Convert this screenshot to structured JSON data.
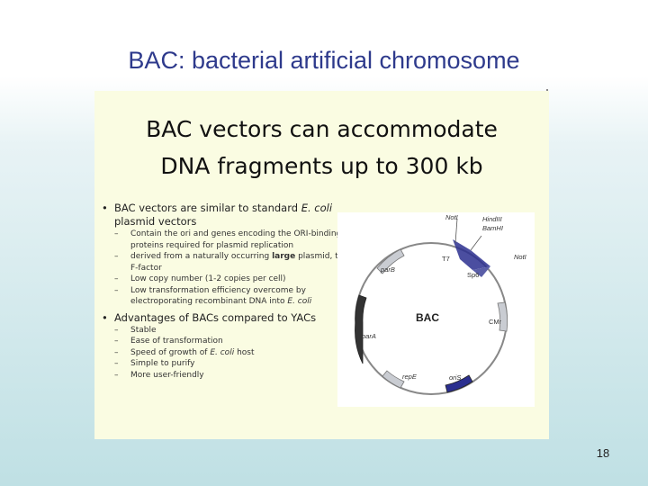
{
  "slide": {
    "title": "BAC: bacterial artificial chromosome",
    "page_number": "18"
  },
  "panel": {
    "heading_line1": "BAC vectors can accommodate",
    "heading_line2": "DNA fragments up to 300 kb"
  },
  "bullets": [
    {
      "text_prefix": "BAC vectors are similar to standard ",
      "text_italic": "E. coli",
      "text_suffix": " plasmid vectors",
      "subs": [
        {
          "marker": "–",
          "text": "Contain the ori and genes encoding the ORI-binding proteins required for plasmid replication"
        },
        {
          "marker": "–",
          "text_prefix": "derived from a naturally occurring ",
          "text_bold": "large",
          "text_suffix": " plasmid, the F-factor"
        },
        {
          "marker": "–",
          "text": "Low copy number (1-2 copies per cell)"
        },
        {
          "marker": "–",
          "text_prefix": "Low transformation efficiency overcome by electroporating recombinant DNA into ",
          "text_italic": "E. coli"
        }
      ]
    },
    {
      "text": "Advantages of BACs compared to YACs",
      "subs": [
        {
          "marker": "–",
          "text": "Stable"
        },
        {
          "marker": "–",
          "text": "Ease of transformation"
        },
        {
          "marker": "–",
          "text_prefix": "Speed of growth of ",
          "text_italic": "E. coli",
          "text_suffix": " host"
        },
        {
          "marker": "–",
          "text": "Simple to purify"
        },
        {
          "marker": "–",
          "text": "More user-friendly"
        }
      ]
    }
  ],
  "diagram": {
    "center_label": "BAC",
    "labels": {
      "notI_top": "NotI",
      "hindIII": "HindIII",
      "bamHI": "BamHI",
      "t7": "T7",
      "sp6": "Sp6",
      "notI_right": "NotI",
      "parB": "parB",
      "parA": "parA",
      "cmr": "CMr",
      "repE": "repE",
      "oris": "oriS"
    },
    "colors": {
      "ring": "#888888",
      "cloning_site": "#2b2f8f",
      "gene_light": "#c9ccd2",
      "gene_dark": "#333333"
    }
  }
}
